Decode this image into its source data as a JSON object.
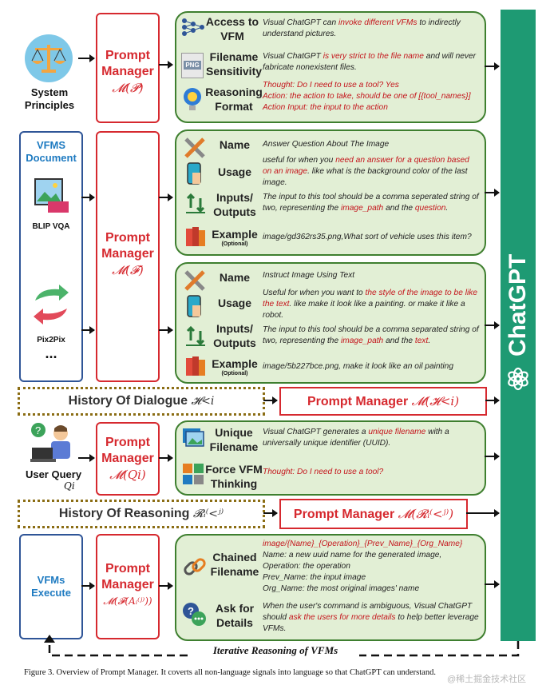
{
  "caption": "Figure 3. Overview of Prompt Manager. It coverts all non-language signals into language so that ChatGPT can understand.",
  "watermark": "@稀土掘金技术社区",
  "chatgpt_label": "ChatGPT",
  "iterative_label": "Iterative Reasoning of VFMs",
  "system_principles": "System Principles",
  "vfms_document": "VFMS Document",
  "blip_vqa": "BLIP VQA",
  "pix2pix": "Pix2Pix",
  "ellipsis": "...",
  "user_query": "User Query",
  "user_query_sym": "𝑄𝑖",
  "vfms_execute": "VFMs Execute",
  "prompt_manager": "Prompt Manager",
  "pm_syms": {
    "p": "𝓜(𝓟)",
    "f": "𝓜(𝓕)",
    "q": "𝓜(𝑄𝑖)",
    "exec": "𝓜(𝓕(𝐴ᵢ⁽ʲ⁾))"
  },
  "history_dialogue": {
    "label": "History Of Dialogue",
    "sym": "𝓗<i",
    "pm": "Prompt  Manager",
    "pm_sym": "𝓜(𝓗<i)"
  },
  "history_reasoning": {
    "label": "History Of Reasoning",
    "sym": "𝓡ᵢ⁽<ʲ⁾",
    "pm": "Prompt  Manager",
    "pm_sym": "𝓜(𝓡ᵢ⁽<ʲ⁾)"
  },
  "box1": {
    "r1_label": "Access to VFM",
    "r1_a": "Visual ChatGPT can ",
    "r1_b": "invoke different VFMs",
    "r1_c": " to indirectly understand pictures.",
    "r2_label": "Filename Sensitivity",
    "r2_a": "Visual ChatGPT ",
    "r2_b": "is very strict to the file name",
    "r2_c": " and will never fabricate nonexistent files.",
    "r3_label": "Reasoning Format",
    "r3_l1_a": "Thought:",
    "r3_l1_b": " Do I need to use a tool? Yes",
    "r3_l2_a": "Action:",
    "r3_l2_b": " the action to take, should be one of [{tool_names}]",
    "r3_l3_a": "Action Input:",
    "r3_l3_b": " the input to the action",
    "png": "PNG"
  },
  "box2": {
    "name_label": "Name",
    "name": "Answer Question About The Image",
    "usage_label": "Usage",
    "usage_a": "useful for when you ",
    "usage_b": "need an answer for a question based on an image",
    "usage_c": ". like what is the background color of the last image.",
    "io_label": "Inputs/ Outputs",
    "io_a": "The input to this tool should be a comma seperated string of two, representing the ",
    "io_b": "image_path",
    "io_c": " and the ",
    "io_d": "question",
    "io_e": ".",
    "ex_label": "Example",
    "optional": "(Optional)",
    "example": "image/gd362rs35.png,What sort of vehicle uses this item?"
  },
  "box3": {
    "name_label": "Name",
    "name": "Instruct Image Using Text",
    "usage_label": "Usage",
    "usage_a": "Useful for when you want to ",
    "usage_b": "the style of the image to be like the text",
    "usage_c": ". like make it look like a painting. or make it like a robot.",
    "io_label": "Inputs/ Outputs",
    "io_a": "The input to this tool should be a comma separated string of two, representing the ",
    "io_b": "image_path",
    "io_c": " and the ",
    "io_d": "text",
    "io_e": ".",
    "ex_label": "Example",
    "optional": "(Optional)",
    "example": "image/5b227bce.png, make it look like an oil painting"
  },
  "box4": {
    "r1_label": "Unique Filename",
    "r1_a": "Visual ChatGPT generates a ",
    "r1_b": "unique filename",
    "r1_c": " with a universally unique identifier (UUID).",
    "r2_label": "Force VFM Thinking",
    "r2_a": "Thought: Do I need to use a tool?"
  },
  "box5": {
    "r1_label": "Chained Filename",
    "r1_l1": "image/{Name}_{Operation}_{Prev_Name}_{Org_Name}",
    "r1_l2": "Name:  a new uuid name for the generated image,",
    "r1_l3": "Operation: the operation",
    "r1_l4": "Prev_Name: the input image",
    "r1_l5": "Org_Name: the most original images' name",
    "r2_label": "Ask for Details",
    "r2_a": "When the user's command is ambiguous, Visual ChatGPT should ",
    "r2_b": "ask the users for more details",
    "r2_c": " to help better leverage VFMs."
  },
  "colors": {
    "red": "#d6292f",
    "green_fill": "#e2efd5",
    "green_border": "#3e7f2f",
    "chatgpt": "#1e9a73",
    "blue": "#1f7bc1"
  }
}
